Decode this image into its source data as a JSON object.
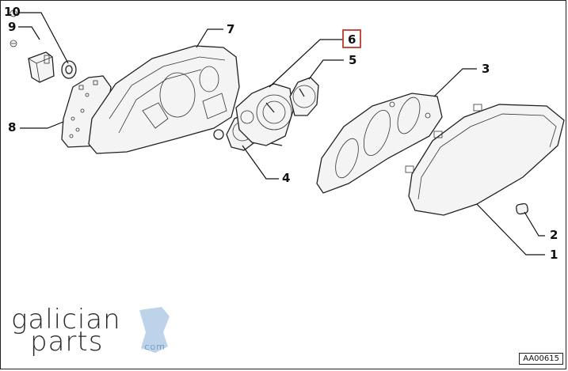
{
  "diagram": {
    "callouts": [
      {
        "id": "callout-1",
        "label": "1"
      },
      {
        "id": "callout-2",
        "label": "2"
      },
      {
        "id": "callout-3",
        "label": "3"
      },
      {
        "id": "callout-4",
        "label": "4"
      },
      {
        "id": "callout-5",
        "label": "5"
      },
      {
        "id": "callout-6",
        "label": "6",
        "highlight_color": "#c0392b"
      },
      {
        "id": "callout-7",
        "label": "7"
      },
      {
        "id": "callout-8",
        "label": "8"
      },
      {
        "id": "callout-9",
        "label": "9"
      },
      {
        "id": "callout-10",
        "label": "10"
      }
    ],
    "reference_code": "AA00615"
  },
  "branding": {
    "line1": "galician",
    "line2": "parts",
    "suffix": ".com",
    "accent_color": "#3a6ea5",
    "logo_blob_color": "#bcd3ea"
  }
}
